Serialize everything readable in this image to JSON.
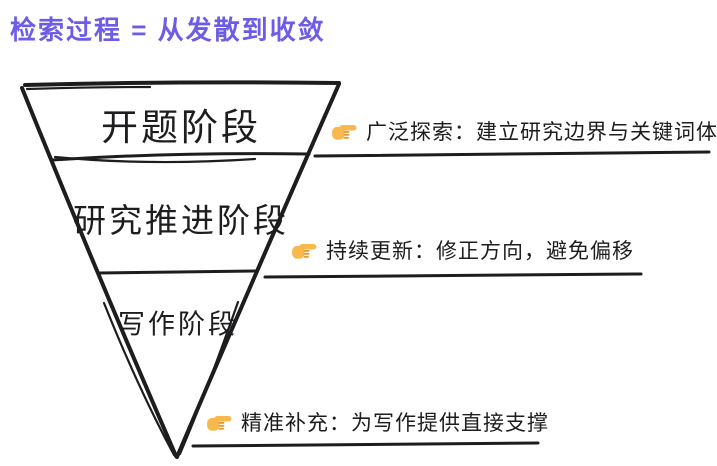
{
  "title": {
    "text": "检索过程 = 从发散到收敛"
  },
  "funnel": {
    "shape": "inverted-triangle",
    "stages": [
      {
        "label": "开题阶段"
      },
      {
        "label": "研究推进阶段"
      },
      {
        "label": "写作阶段"
      }
    ]
  },
  "annotations": [
    {
      "icon": "pointing-right-hand-icon",
      "text": "广泛探索：建立研究边界与关键词体系"
    },
    {
      "icon": "pointing-right-hand-icon",
      "text": "持续更新：修正方向，避免偏移"
    },
    {
      "icon": "pointing-right-hand-icon",
      "text": "精准补充：为写作提供直接支撑"
    }
  ],
  "colors": {
    "accent": "#6C5CE7",
    "line": "#1d1d1f",
    "hand": "#F7B84E",
    "hand-dark": "#E89B30",
    "bg": "#ffffff"
  }
}
